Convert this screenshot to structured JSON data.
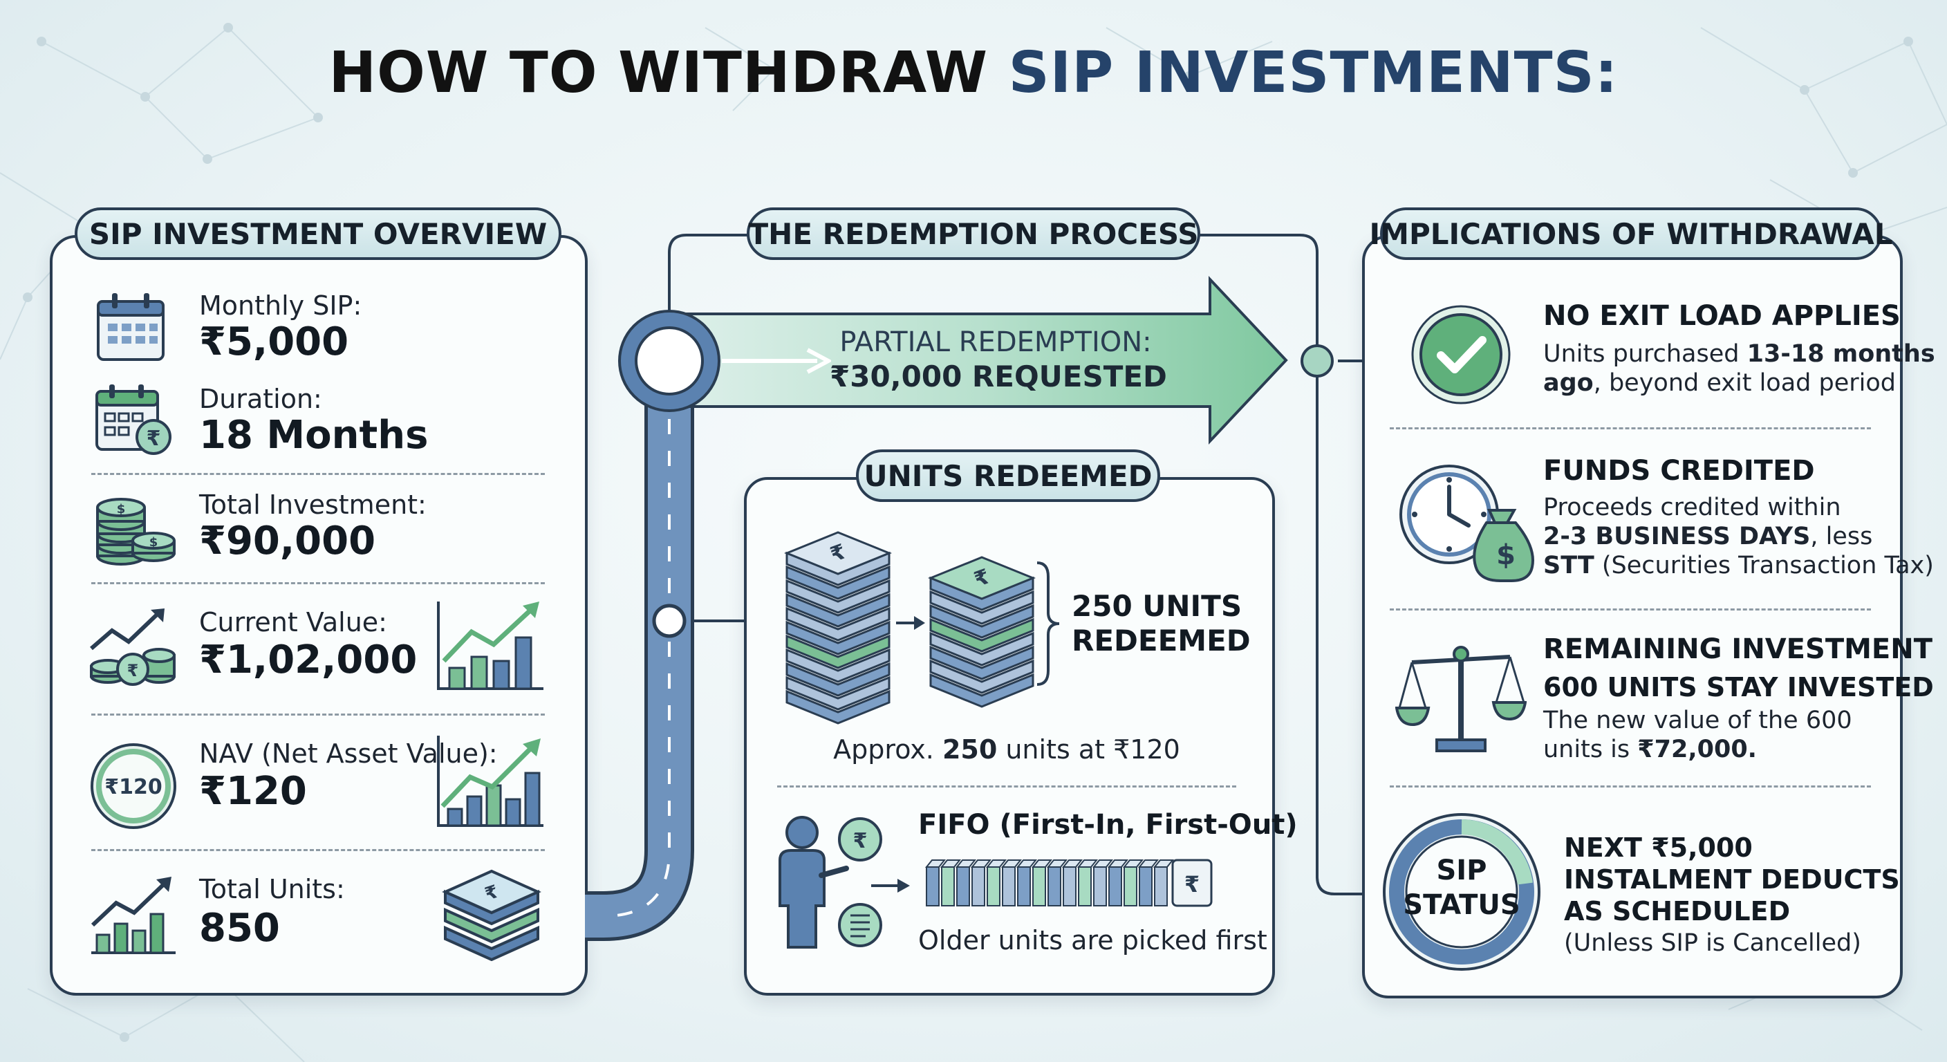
{
  "title": {
    "part1": "HOW TO WITHDRAW ",
    "part2": "SIP INVESTMENTS:"
  },
  "colors": {
    "navy": "#2a3d52",
    "green": "#5fb07b",
    "blue": "#5b82b0",
    "teal": "#9fd4bd"
  },
  "overview": {
    "header": "SIP INVESTMENT OVERVIEW",
    "items": [
      {
        "label": "Monthly SIP:",
        "value": "₹5,000",
        "icon": "calendar-icon"
      },
      {
        "label": "Duration:",
        "value": "18 Months",
        "icon": "calendar-rupee-icon"
      },
      {
        "label": "Total Investment:",
        "value": "₹90,000",
        "icon": "coin-stack-icon"
      },
      {
        "label": "Current Value:",
        "value": "₹1,02,000",
        "icon": "growth-coins-icon"
      },
      {
        "label": "NAV (Net Asset Value):",
        "value": "₹120",
        "icon": "nav-badge-icon",
        "badge": "₹120"
      },
      {
        "label": "Total Units:",
        "value": "850",
        "icon": "growth-chart-icon"
      }
    ]
  },
  "process": {
    "header": "THE REDEMPTION PROCESS",
    "arrow_line1": "PARTIAL REDEMPTION:",
    "arrow_line2": "₹30,000 REQUESTED"
  },
  "units": {
    "header": "UNITS REDEEMED",
    "brace_line1": "250 UNITS",
    "brace_line2": "REDEEMED",
    "approx_prefix": "Approx. ",
    "approx_bold": "250",
    "approx_suffix": " units at ₹120",
    "fifo_title": "FIFO (First-In, First-Out)",
    "fifo_caption": "Older units are picked first",
    "coin_symbol": "₹"
  },
  "implications": {
    "header": "IMPLICATIONS OF WITHDRAWAL",
    "exit": {
      "title": "NO EXIT LOAD APPLIES",
      "l1_pre": "Units purchased ",
      "l1_bold": "13-18 months",
      "l2_bold": "ago",
      "l2_post": ", beyond exit load period"
    },
    "funds": {
      "title": "FUNDS CREDITED",
      "l1": "Proceeds credited within",
      "l2_bold": "2-3 BUSINESS DAYS",
      "l2_post": ", less",
      "l3_bold": "STT",
      "l3_post": " (Securities Transaction Tax)"
    },
    "remaining": {
      "title": "REMAINING INVESTMENT",
      "subtitle": "600 UNITS STAY INVESTED",
      "l1": "The new value of the 600",
      "l2_pre": "units is ",
      "l2_bold": "₹72,000."
    },
    "sip": {
      "ring_line1": "SIP",
      "ring_line2": "STATUS",
      "l1": "NEXT ₹5,000",
      "l2": "INSTALMENT DEDUCTS",
      "l3": "AS SCHEDULED",
      "note": "(Unless SIP is Cancelled)"
    }
  }
}
